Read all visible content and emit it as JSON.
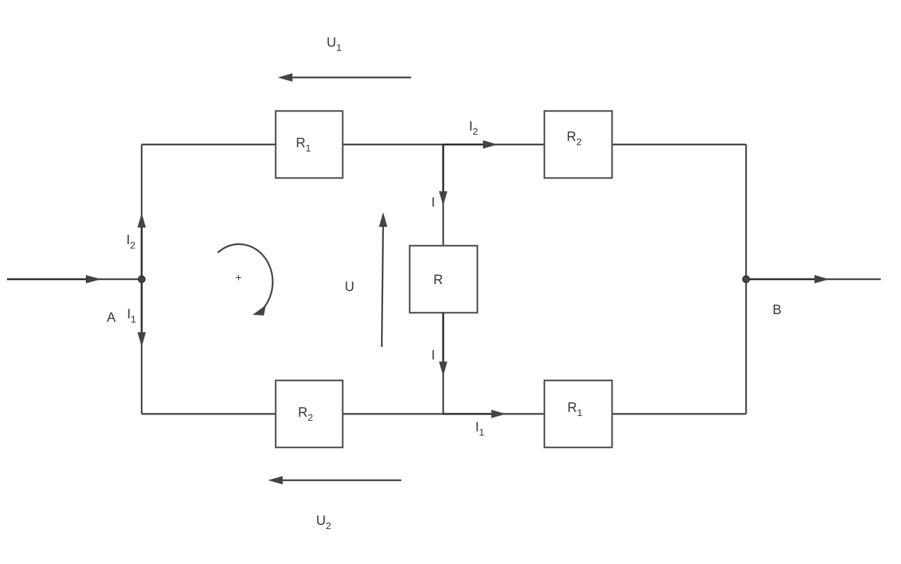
{
  "voltage_top": {
    "main": "U",
    "sub": "1"
  },
  "voltage_bottom": {
    "main": "U",
    "sub": "2"
  },
  "voltage_middle": {
    "main": "U"
  },
  "resistors": {
    "top_left": {
      "main": "R",
      "sub": "1"
    },
    "top_right": {
      "main": "R",
      "sub": "2"
    },
    "middle": {
      "main": "R"
    },
    "bottom_left": {
      "main": "R",
      "sub": "2"
    },
    "bottom_right": {
      "main": "R",
      "sub": "1"
    }
  },
  "currents": {
    "top_branch": {
      "main": "I",
      "sub": "2"
    },
    "left_up": {
      "main": "I",
      "sub": "2"
    },
    "left_down": {
      "main": "I",
      "sub": "1"
    },
    "bottom_branch": {
      "main": "I",
      "sub": "1"
    },
    "middle_top": {
      "main": "I"
    },
    "middle_bottom": {
      "main": "I"
    }
  },
  "nodes": {
    "a": "A",
    "b": "B"
  },
  "loop_sign": "+"
}
